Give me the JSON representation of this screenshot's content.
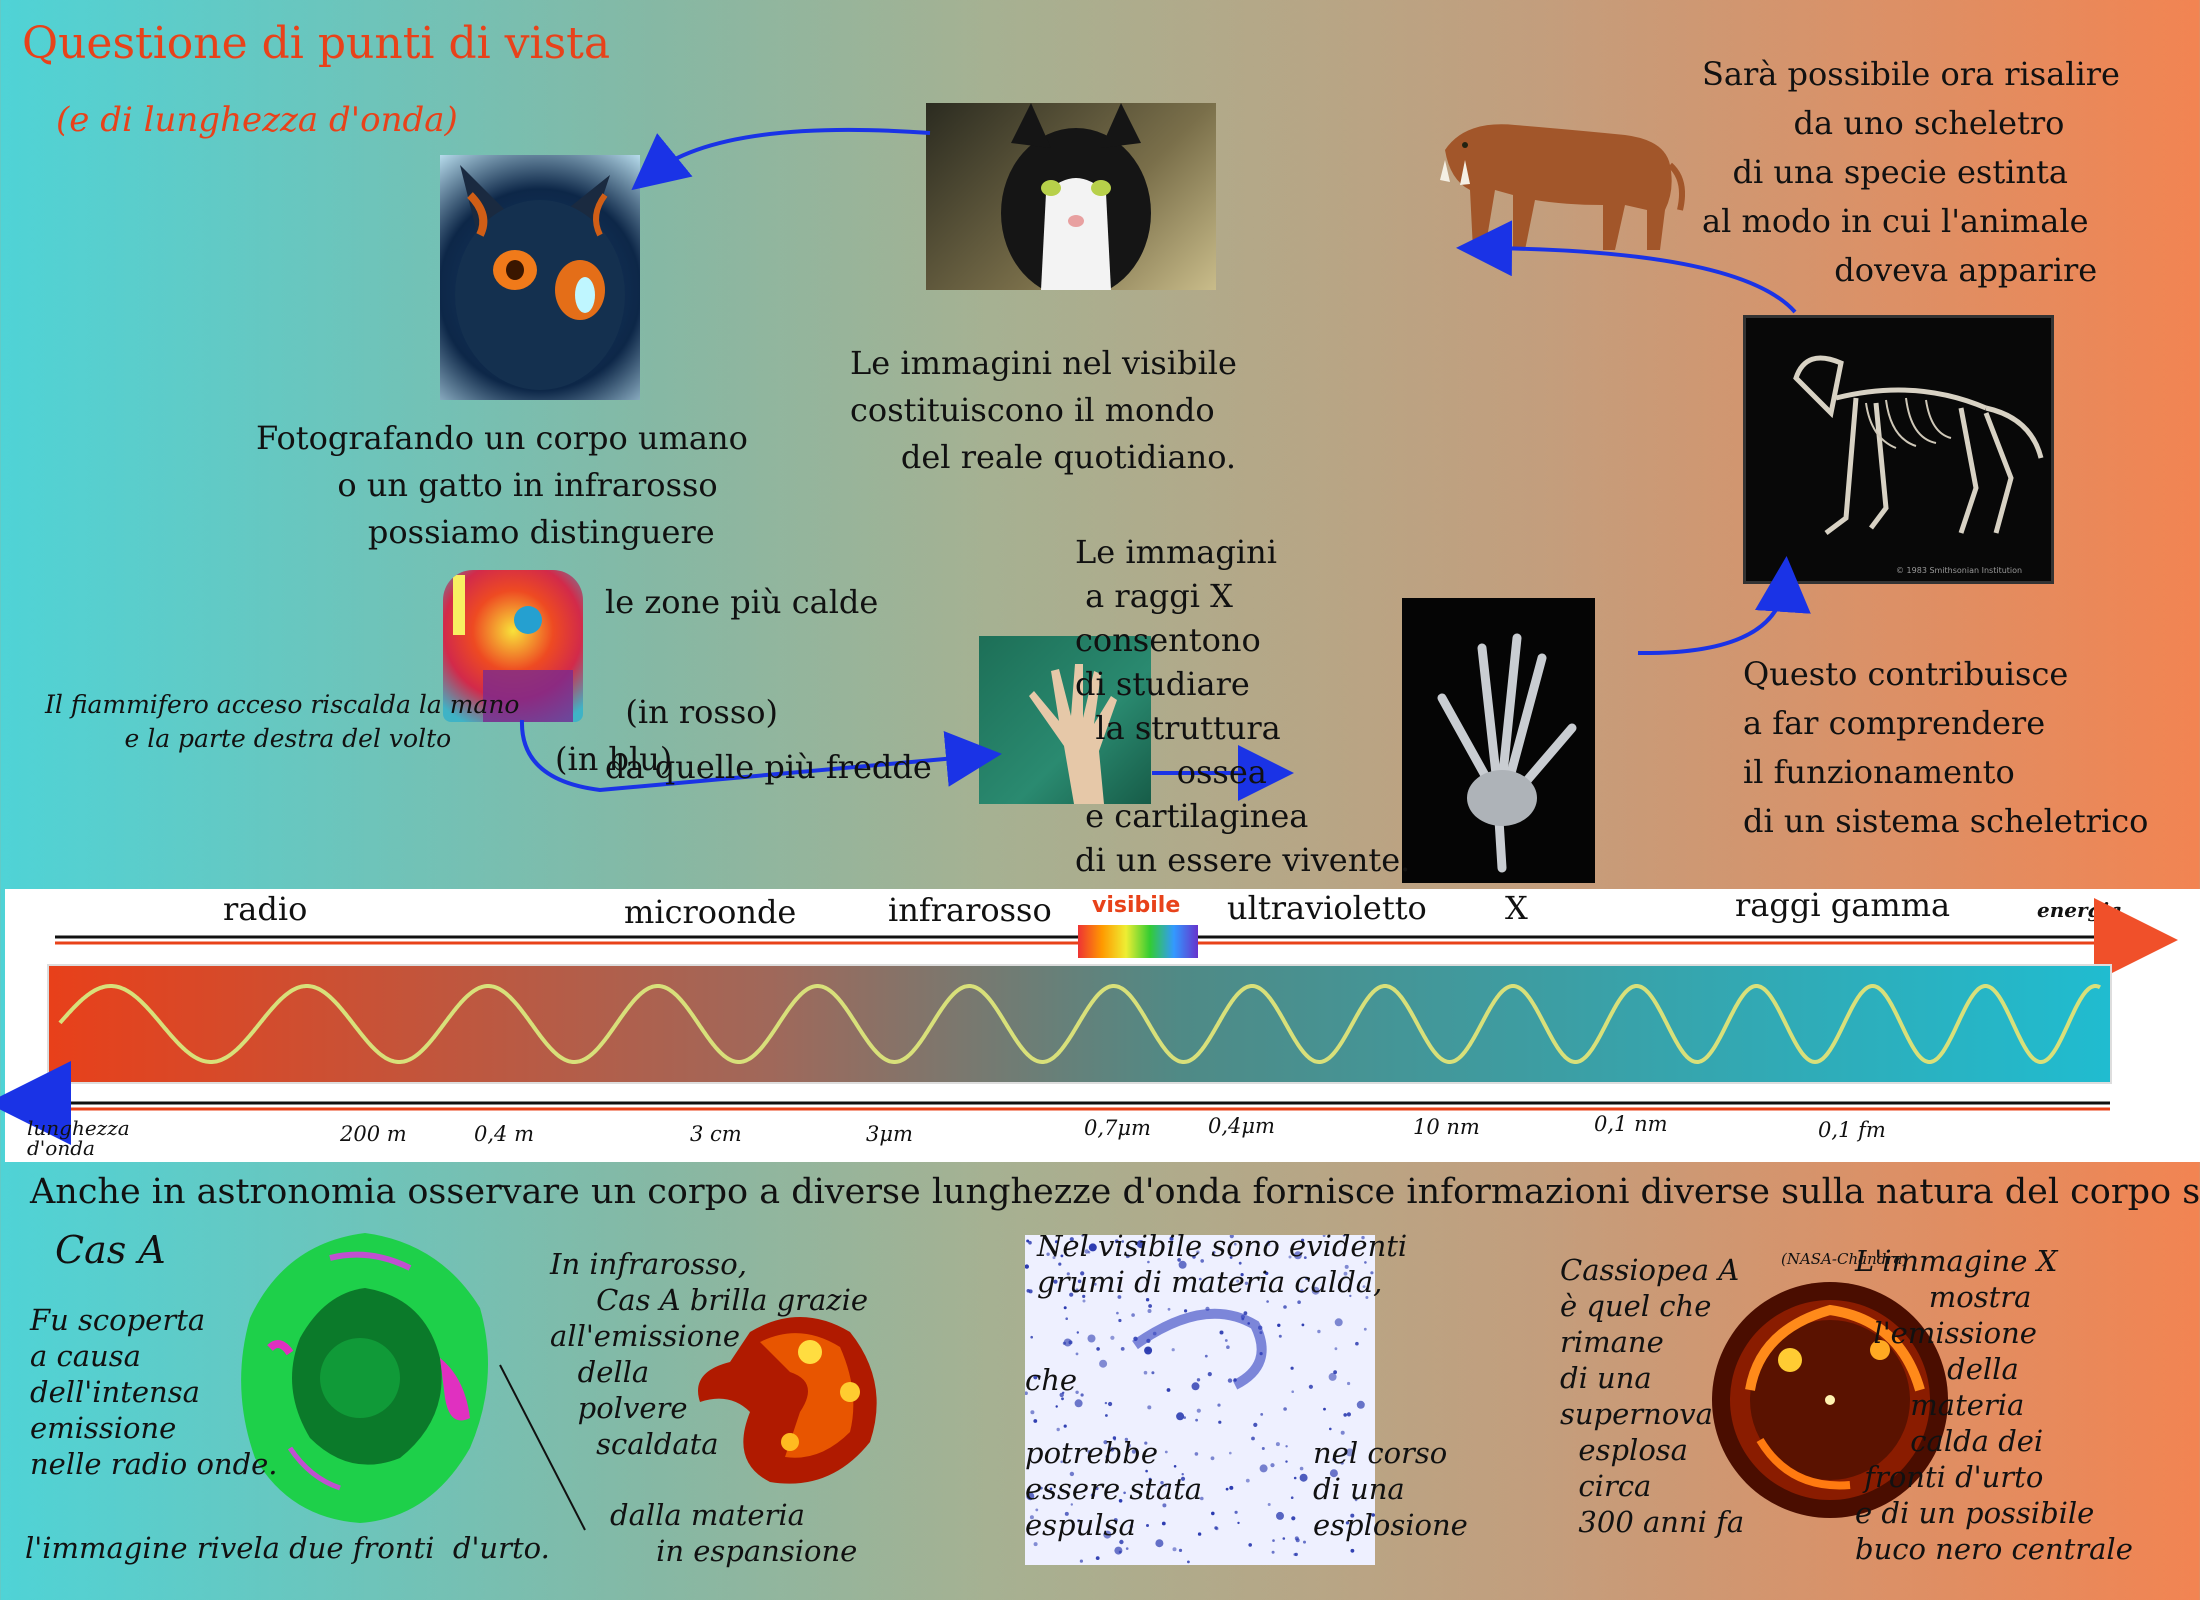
{
  "title": "Questione di punti di vista",
  "subtitle": "(e di lunghezza d'onda)",
  "top_texts": {
    "visible": "Le immagini nel visibile\ncostituiscono il mondo\n     del reale quotidiano.",
    "infrared": "Fotografando un corpo umano\n        o un gatto in infrarosso\n           possiamo distinguere",
    "hot_zones": "le zone più calde\n\n  (in rosso)\nda quelle più fredde",
    "in_blu": "(in blu)",
    "match_caption": "Il fiammifero acceso riscalda la mano\n          e la parte destra del volto",
    "xray": "Le immagini\n a raggi X\nconsentono\ndi studiare\n  la struttura\n          ossea\n e cartilaginea\ndi un essere vivente.",
    "skeleton": "Questo contribuisce\na far comprendere\nil funzionamento\ndi un sistema scheletrico",
    "extinct": "Sarà possibile ora risalire\n         da uno scheletro\n   di una specie estinta\nal modo in cui l'animale\n             doveva apparire"
  },
  "spectrum": {
    "bands": [
      "radio",
      "microonde",
      "infrarosso",
      "visibile",
      "ultravioletto",
      "X",
      "raggi gamma"
    ],
    "energy_label": "energia",
    "wavelength_label": "lunghezza\nd'onda",
    "ticks": [
      "200 m",
      "0,4 m",
      "3 cm",
      "3μm",
      "0,7μm",
      "0,4μm",
      "10 nm",
      "0,1 nm",
      "0,1 fm"
    ]
  },
  "astro": {
    "heading": "Anche in astronomia osservare un corpo a diverse lunghezze d'onda fornisce informazioni diverse sulla natura del corpo stesso",
    "cas_a": "Cas A",
    "radio_text": "Fu scoperta\na causa\ndell'intensa\nemissione\nnelle radio onde.",
    "radio_text2": "l'immagine rivela due fronti  d'urto.",
    "ir_text": "In infrarosso,\n     Cas A brilla grazie\nall'emissione\n   della\n   polvere\n     scaldata",
    "ir_text2": "dalla materia\n     in espansione",
    "vis_text1": "Nel visibile sono evidenti\ngrumi di materia calda,",
    "vis_text2": "che",
    "vis_text3": "potrebbe\nessere stata\nespulsa",
    "vis_text4": "nel corso\ndi una\nesplosione",
    "xray_left": "Cassiopea A\nè quel che\nrimane\ndi una\nsupernova\n  esplosa\n  circa\n  300 anni fa",
    "nasa": "(NASA-Chandra)",
    "xray_right": "L'immagine X\n        mostra\n  l'emissione\n          della\n      materia\n      calda dei\n fronti d'urto\ne di un possibile\nbuco nero centrale"
  },
  "colors": {
    "title": "#e8421a",
    "arrow": "#1a33e6",
    "red_arrow": "#f0502a",
    "visible_label": "#e8421a"
  }
}
